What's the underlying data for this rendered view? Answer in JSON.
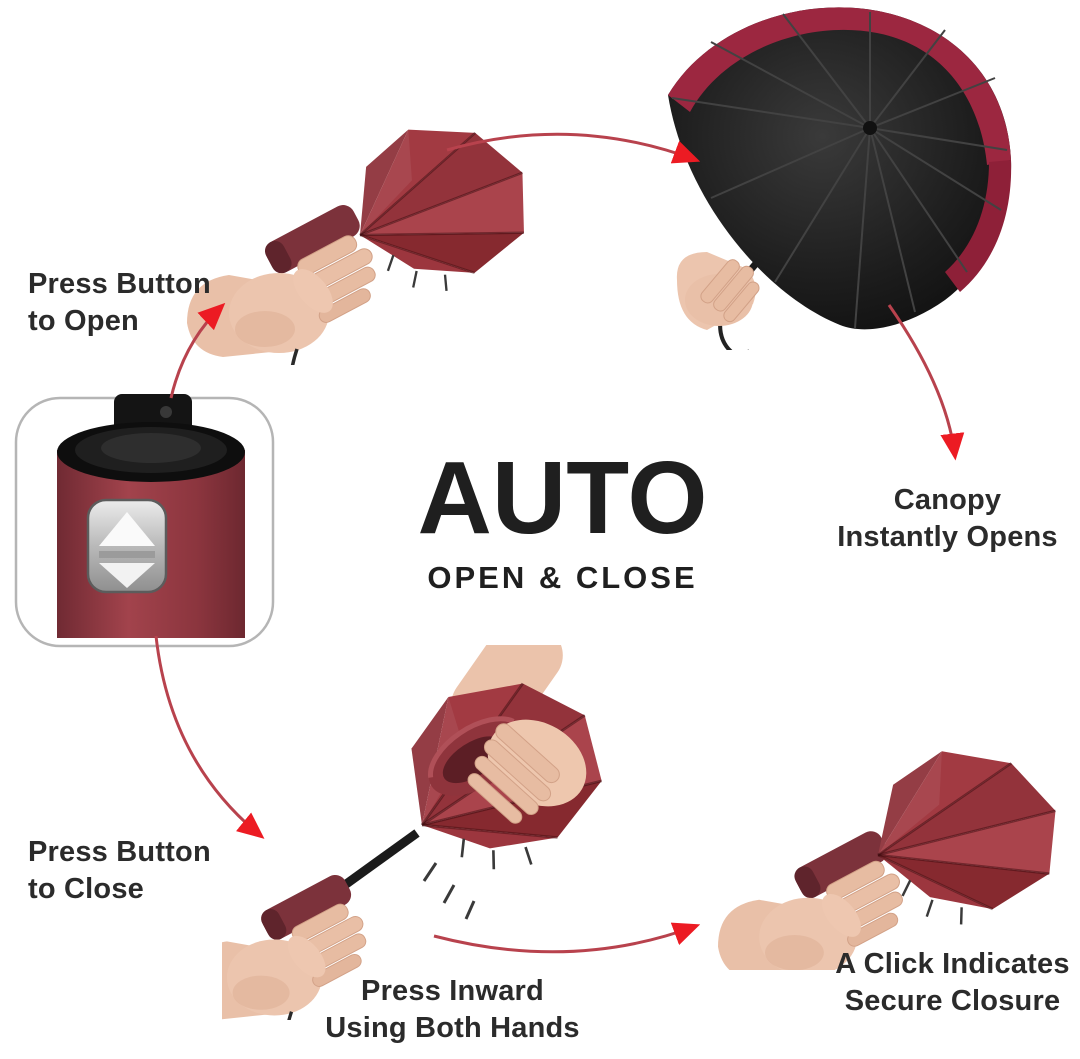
{
  "title": {
    "main": "AUTO",
    "subtitle": "OPEN & CLOSE"
  },
  "steps": {
    "press_open": {
      "line1": "Press Button",
      "line2": "to Open"
    },
    "canopy": {
      "line1": "Canopy",
      "line2": "Instantly Opens"
    },
    "press_close": {
      "line1": "Press Button",
      "line2": "to Close"
    },
    "press_inward": {
      "line1": "Press Inward",
      "line2": "Using Both Hands"
    },
    "closure": {
      "line1": "A Click Indicates",
      "line2": "Secure Closure"
    }
  },
  "illustrations": [
    {
      "name": "folded-umbrella-in-hand-top",
      "description": "hand holding folded red umbrella before opening"
    },
    {
      "name": "open-umbrella",
      "description": "fully opened umbrella, black underside with red canopy rim"
    },
    {
      "name": "handle-button-closeup",
      "description": "close-up inset of maroon handle with auto open/close button"
    },
    {
      "name": "pressing-umbrella-both-hands",
      "description": "two hands pressing folded umbrella inward"
    },
    {
      "name": "folded-umbrella-in-hand-bottom",
      "description": "hand holding securely closed folded red umbrella"
    }
  ],
  "icons": {
    "handle_button": "up-down-arrows-icon",
    "flow_arrows": [
      "curved-arrow-open-step",
      "curved-arrow-canopy-opens",
      "curved-arrow-press-open",
      "curved-arrow-press-close",
      "curved-arrow-secure-closure"
    ]
  },
  "colors": {
    "background": "#ffffff",
    "text": "#2b2b2b",
    "arrow_line": "#b8424d",
    "arrow_head": "#ec1b23",
    "canopy_red": "#9a353c",
    "canopy_dark_red": "#7f2930",
    "canopy_black": "#161616",
    "handle_maroon": "#8c3a43",
    "button_silver": "#c9c9c9",
    "skin": "#ecc5ae",
    "inset_border": "#b5b5b5"
  }
}
